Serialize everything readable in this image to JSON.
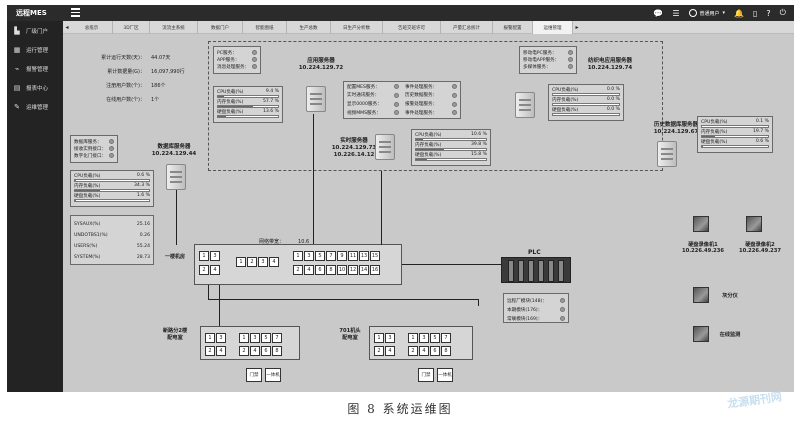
{
  "app": {
    "title": "远程MES",
    "user": "普通用户"
  },
  "sidebar": [
    "厂级门户",
    "运行管理",
    "报警管理",
    "报表中心",
    "运维管理"
  ],
  "tabs": [
    "总揽示",
    "3D厂区",
    "流流主系统",
    "数据门户",
    "智能图纸",
    "生产总数",
    "日生产分析数",
    "告班交班许可",
    "产量汇总统计",
    "报警配置",
    "运维管理"
  ],
  "stats": [
    {
      "label": "累计运行天数(天)：",
      "value": "44.07天"
    },
    {
      "label": "累计数据量(G)：",
      "value": "16,097,990行"
    },
    {
      "label": "注册用户数(个)：",
      "value": "186个"
    },
    {
      "label": "在线用户数(个)：",
      "value": "1个"
    }
  ],
  "app_server": {
    "name": "应用服务器",
    "ip": "10.224.129.72",
    "services": [
      "PC服务：",
      "APP服务：",
      "消息处理服务："
    ],
    "cpu": "9.4 %",
    "mem": "57.7 %",
    "disk": "13.6 %",
    "cpu_v": 9.4,
    "mem_v": 57.7,
    "disk_v": 13.6
  },
  "rt_server": {
    "name": "实时服务器",
    "ip1": "10.224.129.73",
    "ip2": "10.226.14.12",
    "services": [
      "配置MES服务：",
      "实时通讯服务：",
      "显示0000服务：",
      "视频MMS服务：",
      "事件处理服务：",
      "历史数据服务：",
      "报警处理服务：",
      "事件处理服务："
    ],
    "cpu": "10.6 %",
    "mem": "39.8 %",
    "disk": "15.8 %",
    "cpu_v": 10.6,
    "mem_v": 39.8,
    "disk_v": 15.8
  },
  "cb_server": {
    "name": "纺织电应用服务器",
    "ip": "10.224.129.74",
    "services": [
      "移动电PC服务：",
      "移动电APP服务：",
      "多媒体服务："
    ],
    "cpu": "0.0 %",
    "mem": "0.0 %",
    "disk": "0.0 %",
    "cpu_v": 0,
    "mem_v": 0,
    "disk_v": 0
  },
  "hist_server": {
    "name": "历史数据库服务器",
    "ip": "10.224.129.67",
    "cpu": "0.1 %",
    "mem": "19.7 %",
    "disk": "0.6 %",
    "cpu_v": 0.1,
    "mem_v": 19.7,
    "disk_v": 0.6
  },
  "db_server": {
    "name": "数据库服务器",
    "ip": "10.224.129.44",
    "services": [
      "数据库服务：",
      "接收实例接口：",
      "数字化门接口："
    ],
    "cpu": "0.6 %",
    "mem": "34.3 %",
    "disk": "1.6 %",
    "cpu_v": 0.6,
    "mem_v": 34.3,
    "disk_v": 1.6,
    "ts": [
      {
        "k": "SYSAUX(%)",
        "v": "25.16"
      },
      {
        "k": "UNDOTBS1(%)",
        "v": "0.26"
      },
      {
        "k": "USERS(%)",
        "v": "55.24"
      },
      {
        "k": "SYSTEM(%)",
        "v": "28.73"
      }
    ]
  },
  "metric_labels": {
    "cpu": "CPU负载(%)",
    "mem": "内存负载(%)",
    "disk": "硬盘负载(%)"
  },
  "network": {
    "label": "网络带宽：",
    "value": "10.6",
    "room": "一楼机房",
    "ports_a": [
      "1",
      "2",
      "3",
      "4"
    ],
    "ports_b": [
      "1",
      "2",
      "3",
      "4"
    ],
    "ports_c_top": [
      "1",
      "3",
      "5",
      "7",
      "9",
      "11",
      "13",
      "15"
    ],
    "ports_c_bot": [
      "2",
      "4",
      "6",
      "8",
      "10",
      "12",
      "14",
      "16"
    ]
  },
  "sub1": {
    "name": "新路分2楼\n配电室",
    "door": "门禁",
    "unit": "一体机"
  },
  "sub2": {
    "name": "701机头\n配电室",
    "door": "门禁",
    "unit": "一体机"
  },
  "plc": {
    "title": "PLC",
    "items": [
      "远程厂模块(148)：",
      "本期模块(176)：",
      "常联模块(169)："
    ]
  },
  "hw": [
    {
      "name": "硬盘录像机1",
      "ip": "10.226.49.236"
    },
    {
      "name": "硬盘录像机2",
      "ip": "10.226.49.237"
    },
    {
      "name": "灰分仪"
    },
    {
      "name": "在线监测"
    }
  ],
  "caption": "图 8  系统运维图",
  "watermark": "龙源期刊网"
}
